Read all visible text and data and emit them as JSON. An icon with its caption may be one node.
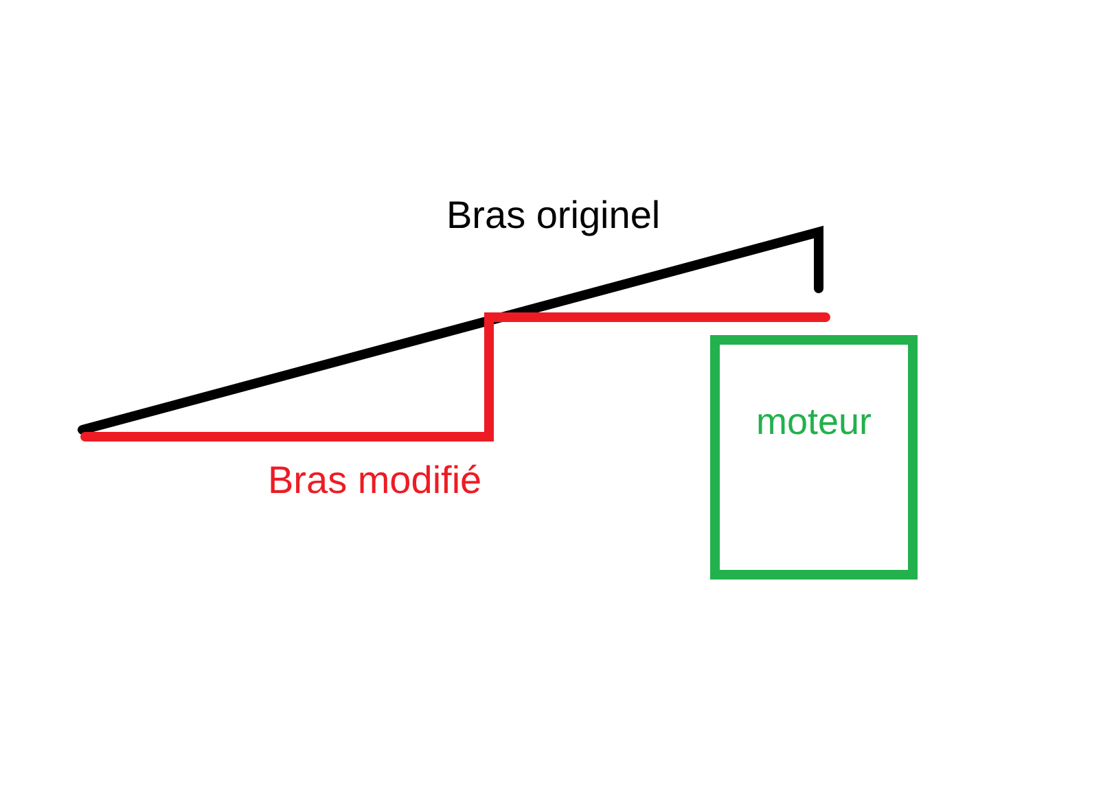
{
  "diagram": {
    "nodes": [
      {
        "text": [
          "moteur"
        ]
      }
    ],
    "labels": [
      "Bras originel",
      "Bras modifié"
    ]
  }
}
